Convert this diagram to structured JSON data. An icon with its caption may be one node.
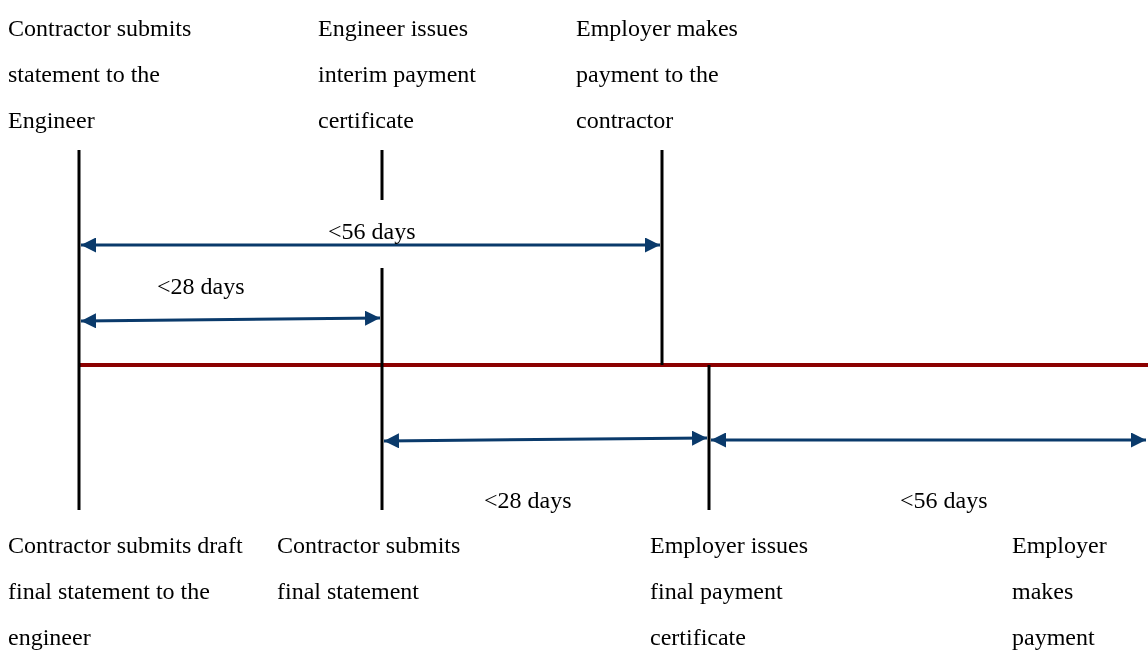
{
  "diagram": {
    "labels": [
      "Contractor submits statement to the Engineer",
      "Engineer issues interim payment certificate",
      "Employer makes payment to the contractor",
      "<56 days",
      "<28 days",
      "<28 days",
      "<56 days",
      "Contractor submits draft final statement to the engineer",
      "Contractor submits final statement",
      "Employer issues final payment certificate",
      "Employer makes payment"
    ]
  }
}
